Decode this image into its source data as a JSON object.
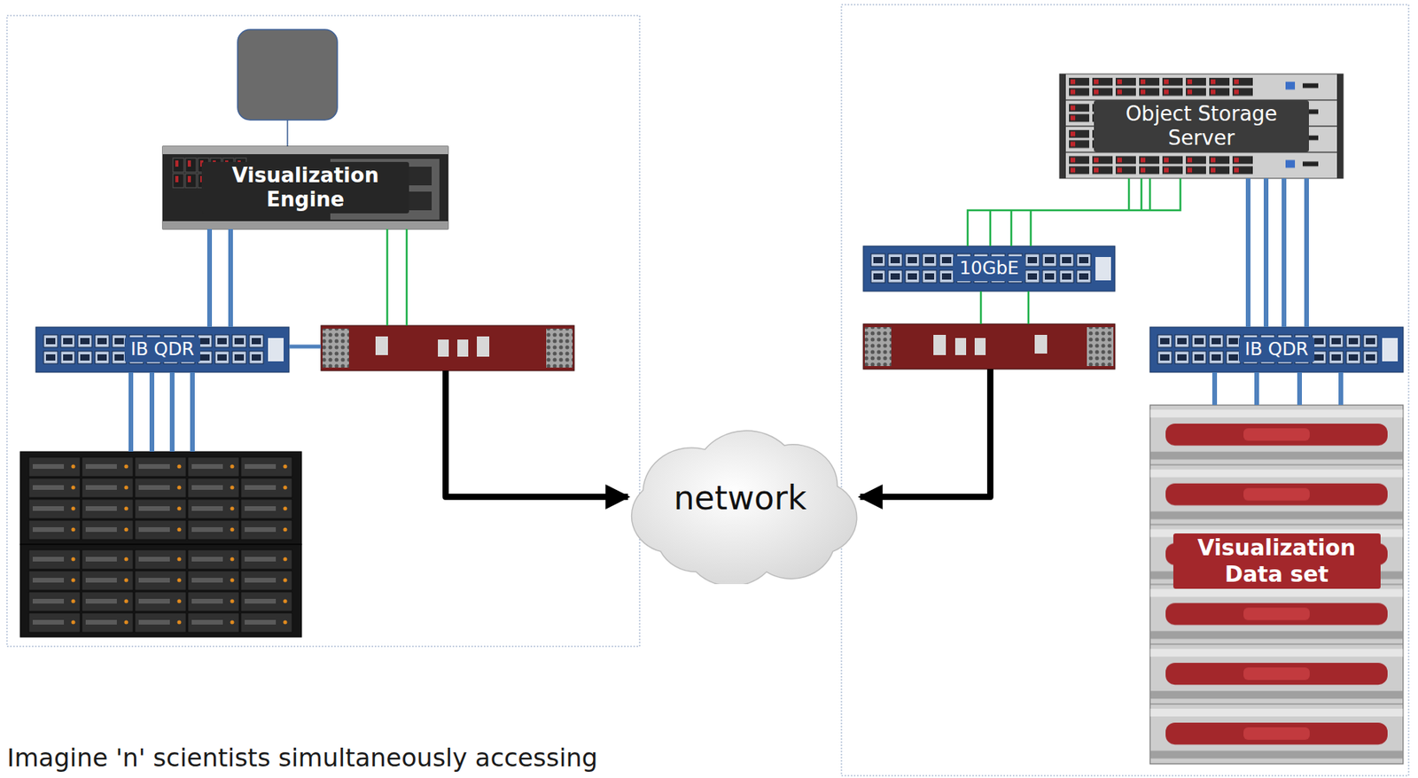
{
  "diagram": {
    "nodes": [
      {
        "text": [
          "Visualization Engine"
        ]
      },
      {
        "text": [
          "Object Storage Server"
        ]
      },
      {
        "text": [
          "10GbE"
        ]
      },
      {
        "text": [
          "IB QDR"
        ]
      },
      {
        "text": [
          "IB QDR"
        ]
      },
      {
        "text": [
          "network"
        ]
      },
      {
        "text": [
          "Visualization Data set"
        ]
      }
    ],
    "edges": [
      {
        "from": 0,
        "to": 3,
        "arrow": "none"
      },
      {
        "from": 1,
        "to": 2,
        "arrow": "none"
      },
      {
        "from": 1,
        "to": 4,
        "arrow": "none"
      },
      {
        "from": 4,
        "to": 6,
        "arrow": "none"
      }
    ],
    "labels": [
      "Imagine 'n' scientists simultaneously accessing"
    ]
  }
}
